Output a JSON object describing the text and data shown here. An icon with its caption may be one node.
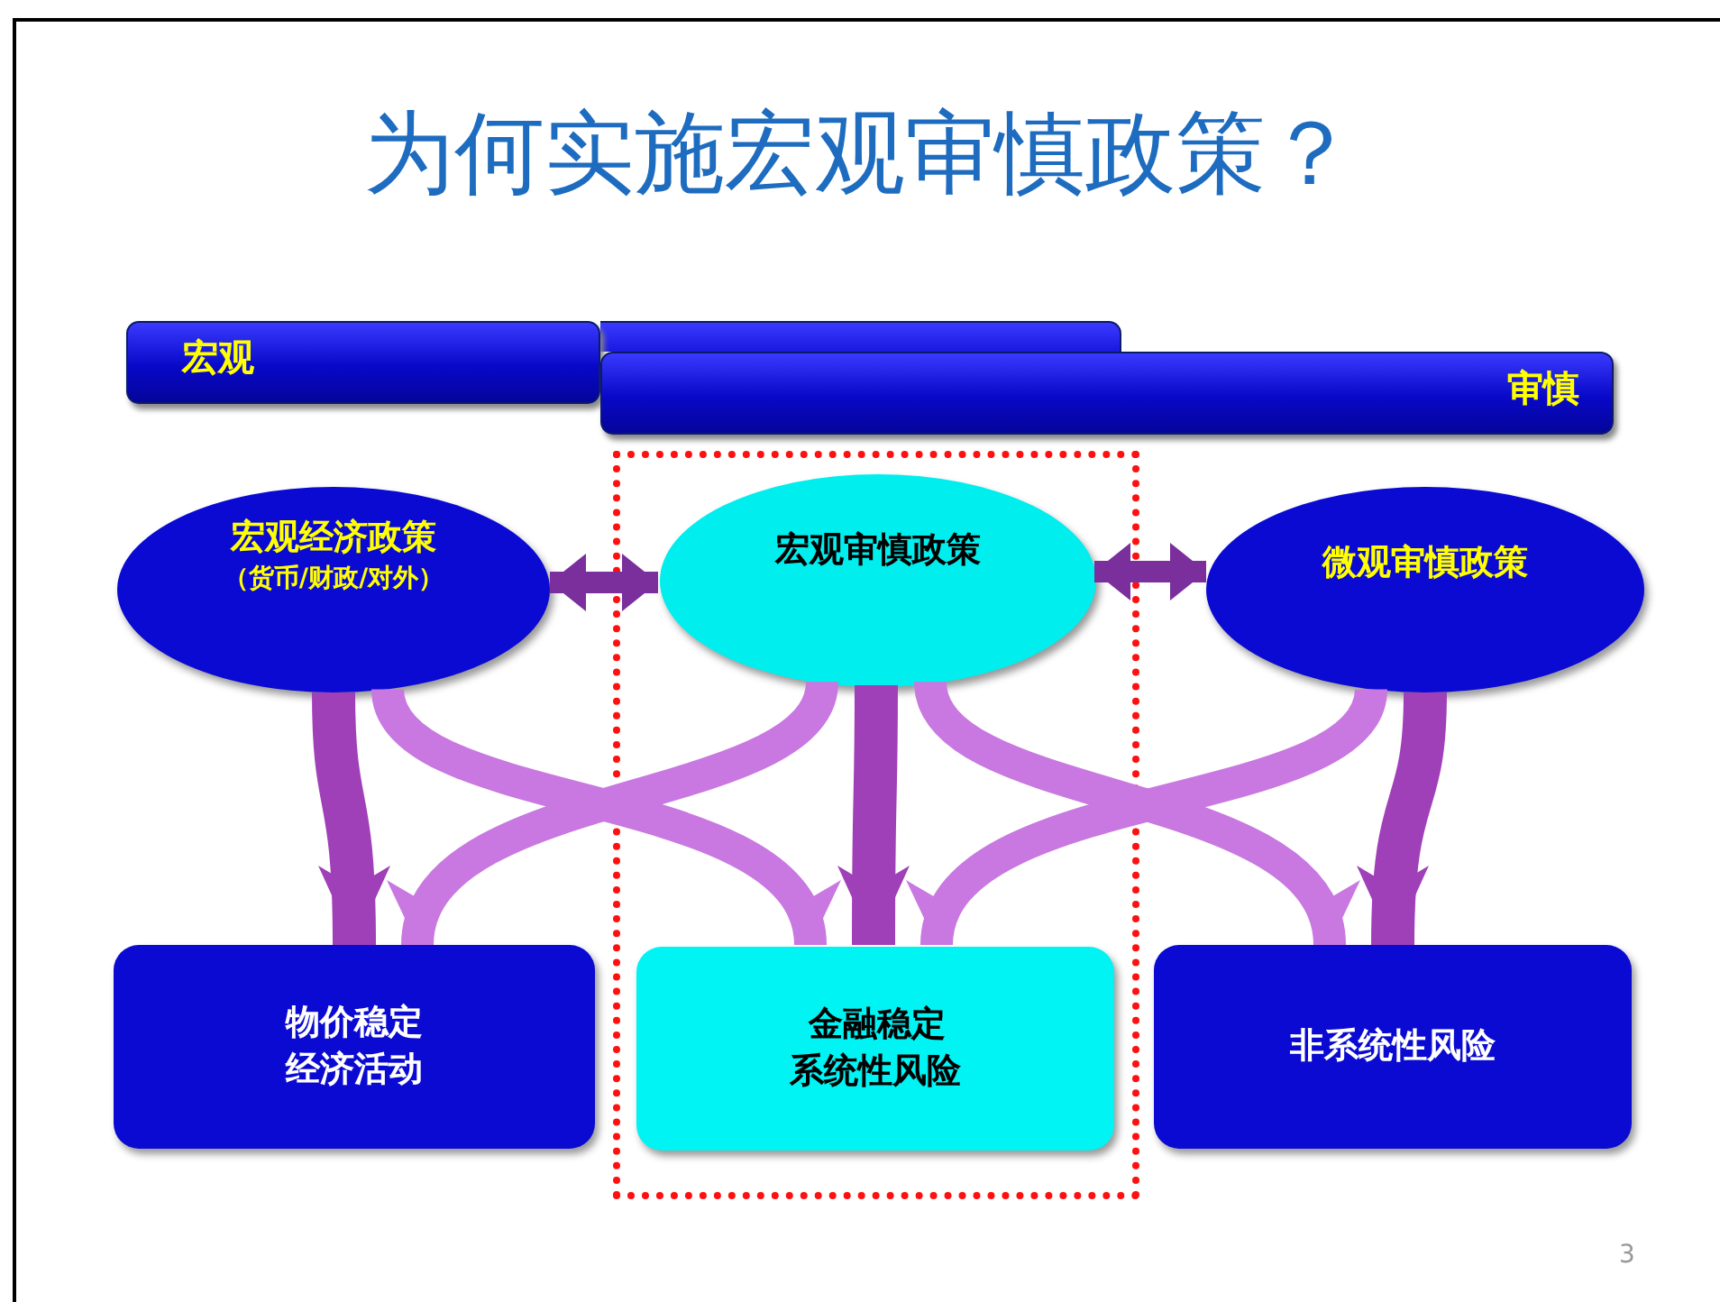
{
  "diagram": {
    "title": "为何实施宏观审慎政策？",
    "nodes": [
      {
        "text": [
          "宏观"
        ]
      },
      {
        "text": [
          "审慎"
        ]
      },
      {
        "text": [],
        "shape": "box"
      },
      {
        "text": [
          "宏观经济政策",
          "（货币/财政/对外）"
        ]
      },
      {
        "text": [
          "宏观审慎政策"
        ],
        "in": 2
      },
      {
        "text": [
          "微观审慎政策"
        ]
      },
      {
        "text": [
          "物价稳定经济活动"
        ]
      },
      {
        "text": [
          "金融稳定系统性风险"
        ],
        "in": 2
      },
      {
        "text": [
          "非系统性风险"
        ]
      }
    ],
    "edges": [
      {
        "from": 3,
        "to": 4,
        "arrow": "both",
        "color": "#7a2f9c"
      },
      {
        "from": 4,
        "to": 5,
        "arrow": "both",
        "color": "#7a2f9c"
      },
      {
        "from": 3,
        "to": 6,
        "arrow": "to",
        "color": "#a040b8"
      },
      {
        "from": 3,
        "to": 7,
        "arrow": "to"
      },
      {
        "from": 4,
        "to": 6,
        "arrow": "to"
      },
      {
        "from": 4,
        "to": 7,
        "arrow": "to",
        "color": "#a040b8"
      },
      {
        "from": 4,
        "to": 8,
        "arrow": "to"
      },
      {
        "from": 5,
        "to": 7,
        "arrow": "to"
      },
      {
        "from": 5,
        "to": 8,
        "arrow": "to",
        "color": "#a040b8"
      }
    ],
    "labels": [
      "3"
    ]
  }
}
